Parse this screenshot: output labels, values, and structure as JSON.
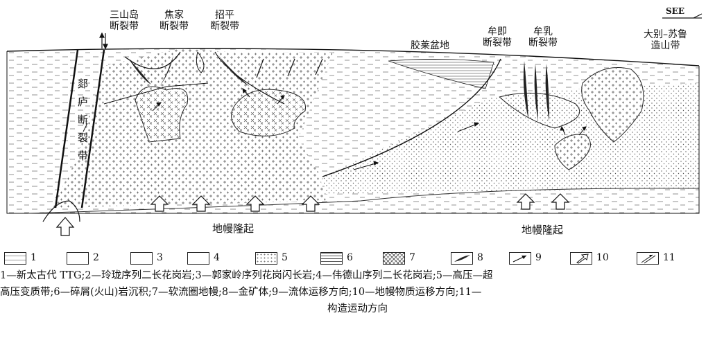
{
  "diagram": {
    "direction_label": "SEE",
    "labels": {
      "sanshandao": [
        "三山岛",
        "断裂带"
      ],
      "jiaojia": [
        "焦家",
        "断裂带"
      ],
      "zhaoping": [
        "招平",
        "断裂带"
      ],
      "jiaolai_basin": "胶莱盆地",
      "muji": [
        "牟即",
        "断裂带"
      ],
      "muru": [
        "牟乳",
        "断裂带"
      ],
      "dabie_sulu": [
        "大别–苏鲁",
        "造山带"
      ],
      "tanlu": [
        "郯",
        "庐",
        "断",
        "裂",
        "带"
      ],
      "mantle_uplift_left": "地幔隆起",
      "mantle_uplift_right": "地幔隆起"
    }
  },
  "legend": [
    {
      "num": "1",
      "pattern": "dash",
      "label": "新太古代 TTG"
    },
    {
      "num": "2",
      "pattern": "cross-x",
      "label": "玲珑序列二长花岗岩"
    },
    {
      "num": "3",
      "pattern": "cross-plus",
      "label": "郭家岭序列花岗闪长岩"
    },
    {
      "num": "4",
      "pattern": "cross-mix",
      "label": "伟德山序列二长花岗岩"
    },
    {
      "num": "5",
      "pattern": "dots",
      "label": "高压—超高压变质带"
    },
    {
      "num": "6",
      "pattern": "hlines",
      "label": "碎屑(火山)岩沉积"
    },
    {
      "num": "7",
      "pattern": "crosshatch",
      "label": "软流圈地幔"
    },
    {
      "num": "8",
      "pattern": "lens",
      "label": "金矿体"
    },
    {
      "num": "9",
      "pattern": "arrow",
      "label": "流体运移方向"
    },
    {
      "num": "10",
      "pattern": "hollow-arrow",
      "label": "地幔物质运移方向"
    },
    {
      "num": "11",
      "pattern": "fault",
      "label": "构造运动方向"
    }
  ],
  "caption": {
    "line1": "1—新太古代 TTG;2—玲珑序列二长花岗岩;3—郭家岭序列花岗闪长岩;4—伟德山序列二长花岗岩;5—高压—超",
    "line2": "高压变质带;6—碎屑(火山)岩沉积;7—软流圈地幔;8—金矿体;9—流体运移方向;10—地幔物质运移方向;11—",
    "line3": "构造运动方向"
  }
}
